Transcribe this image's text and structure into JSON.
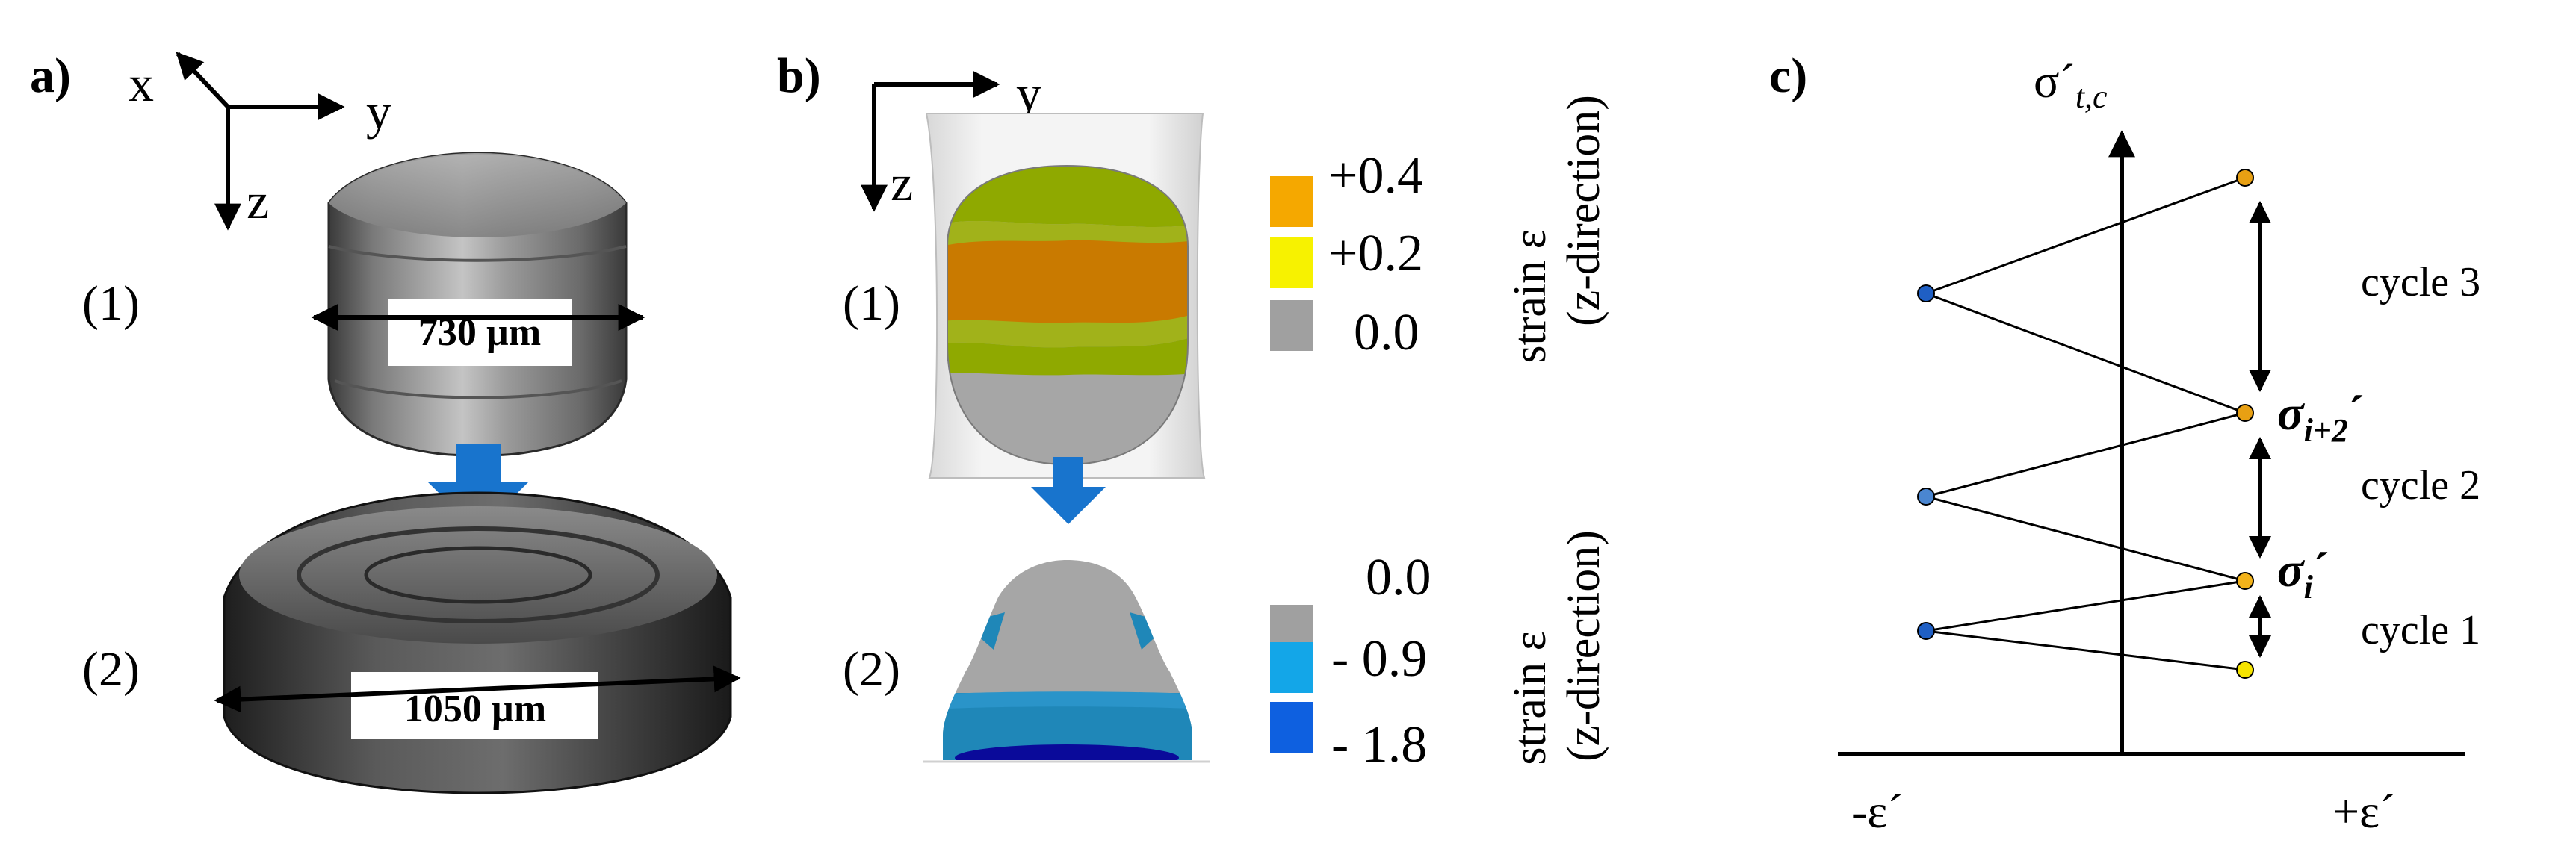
{
  "panel_a": {
    "letter": "a)",
    "axis_x": "x",
    "axis_y": "y",
    "axis_z": "z",
    "stage1": "(1)",
    "stage2": "(2)",
    "dim1": "730 µm",
    "dim2": "1050 µm"
  },
  "panel_b": {
    "letter": "b)",
    "axis_y": "y",
    "axis_z": "z",
    "stage1": "(1)",
    "stage2": "(2)",
    "legend1": [
      {
        "label": "+0.4",
        "color": "#F5A800"
      },
      {
        "label": "+0.2",
        "color": "#F7F200"
      },
      {
        "label": "0.0",
        "color": "#A0A0A0"
      }
    ],
    "legend2": [
      {
        "label": "0.0",
        "color": "#A0A0A0"
      },
      {
        "label": "- 0.9",
        "color": "#13A6E8"
      },
      {
        "label": "- 1.8",
        "color": "#0E60E0"
      }
    ],
    "strain_label_1": "strain ε",
    "strain_dir_1": "(z-direction)",
    "strain_label_2": "strain ε",
    "strain_dir_2": "(z-direction)",
    "colors": {
      "top_green": "#8FA900",
      "band_orange": "#C97A00",
      "band_green": "#A1B21A",
      "gray": "#A6A6A6",
      "blue_mid": "#1F87B8",
      "blue_dark": "#0A0A9A"
    }
  },
  "panel_c": {
    "letter": "c)",
    "yaxis_label": "σ´",
    "yaxis_sub": "t,c",
    "x_neg": "-ε´",
    "x_pos": "+ε´",
    "cycle1": "cycle 1",
    "cycle2": "cycle 2",
    "cycle3": "cycle 3",
    "sigma_i": "σ",
    "sigma_i_sub": "i",
    "sigma_i_prime": "´",
    "sigma_i2": "σ",
    "sigma_i2_sub": "i+2",
    "sigma_i2_prime": "´",
    "point_colors": {
      "left": "#1F5FC4",
      "orange": "#E8A013",
      "yellow": "#F5E400"
    }
  }
}
